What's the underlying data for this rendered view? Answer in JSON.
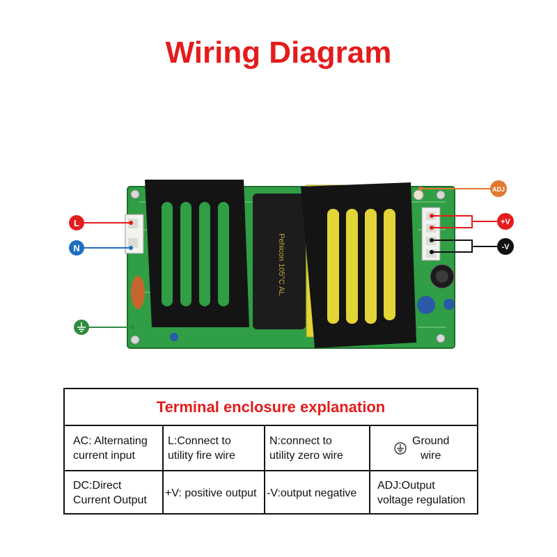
{
  "title": "Wiring Diagram",
  "colors": {
    "title": "#e31c1c",
    "L": "#e31c1c",
    "N": "#1f6fc0",
    "ground": "#2e8b3e",
    "adj": "#e07a30",
    "pos": "#e31c1c",
    "neg": "#111111",
    "pcb": "#2f9e44"
  },
  "markers": {
    "L": "L",
    "N": "N",
    "ground_icon": "ground-icon",
    "adj": "ADJ",
    "pos": "+V",
    "neg": "-V"
  },
  "table": {
    "header": "Terminal enclosure explanation",
    "rows": [
      [
        "AC: Alternating\ncurrent input",
        "L:Connect to\nutility fire wire",
        "N:connect to\nutility zero wire",
        "Ground\nwire"
      ],
      [
        "DC:Direct\nCurrent Output",
        "+V: positive output",
        "-V:output negative",
        "ADJ:Output\nvoltage regulation"
      ]
    ]
  }
}
